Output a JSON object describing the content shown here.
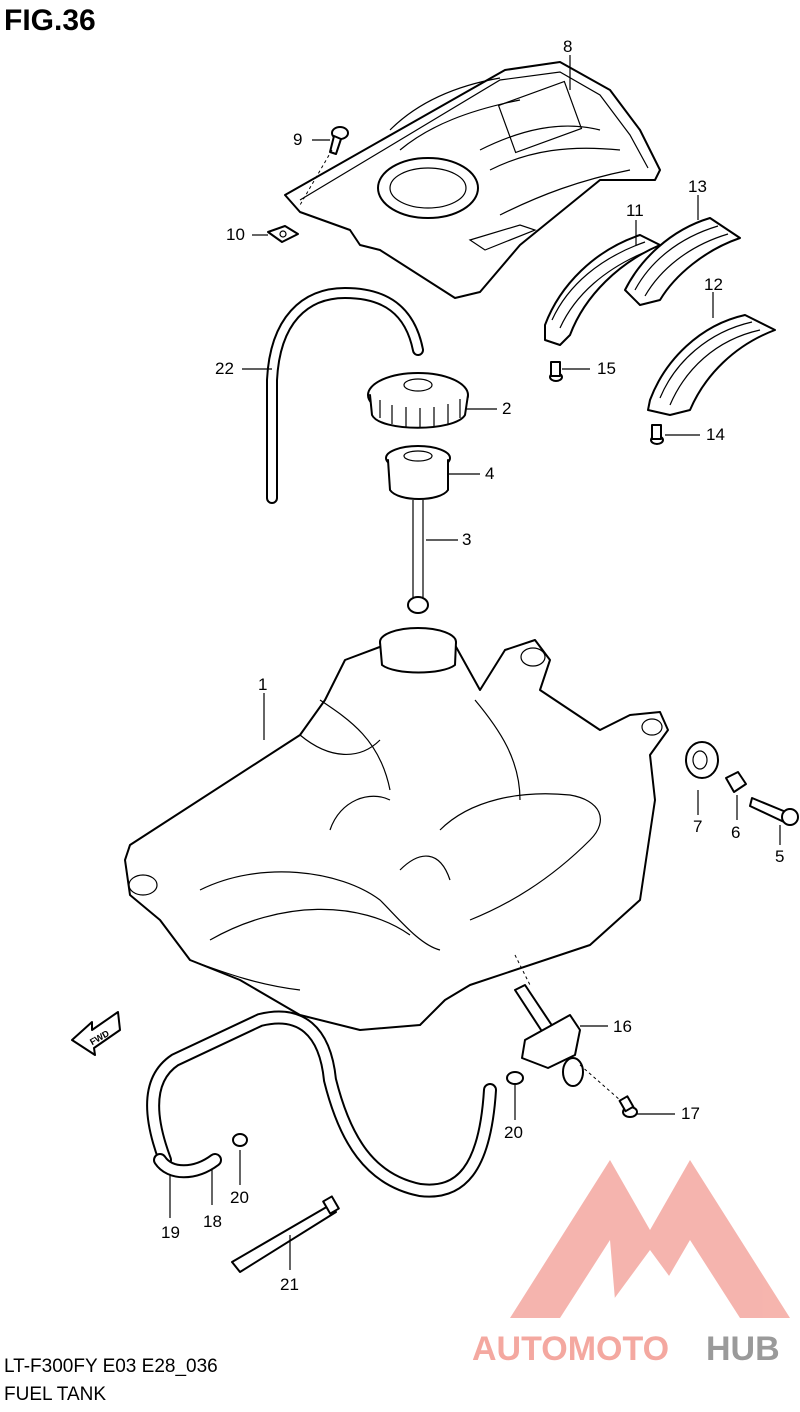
{
  "figure": {
    "title": "FIG.36"
  },
  "footer": {
    "model_code": "LT-F300FY E03 E28_036",
    "caption": "FUEL TANK"
  },
  "watermark": {
    "part_1": "AUTOMOTO",
    "part_2": "HUB",
    "color_primary": "#f4a8a0",
    "color_secondary": "#9a9a9a"
  },
  "callouts": [
    "1",
    "2",
    "3",
    "4",
    "5",
    "6",
    "7",
    "8",
    "9",
    "10",
    "11",
    "12",
    "13",
    "14",
    "15",
    "16",
    "17",
    "18",
    "19",
    "20",
    "20",
    "21",
    "22"
  ],
  "fwd_label": "FWD"
}
